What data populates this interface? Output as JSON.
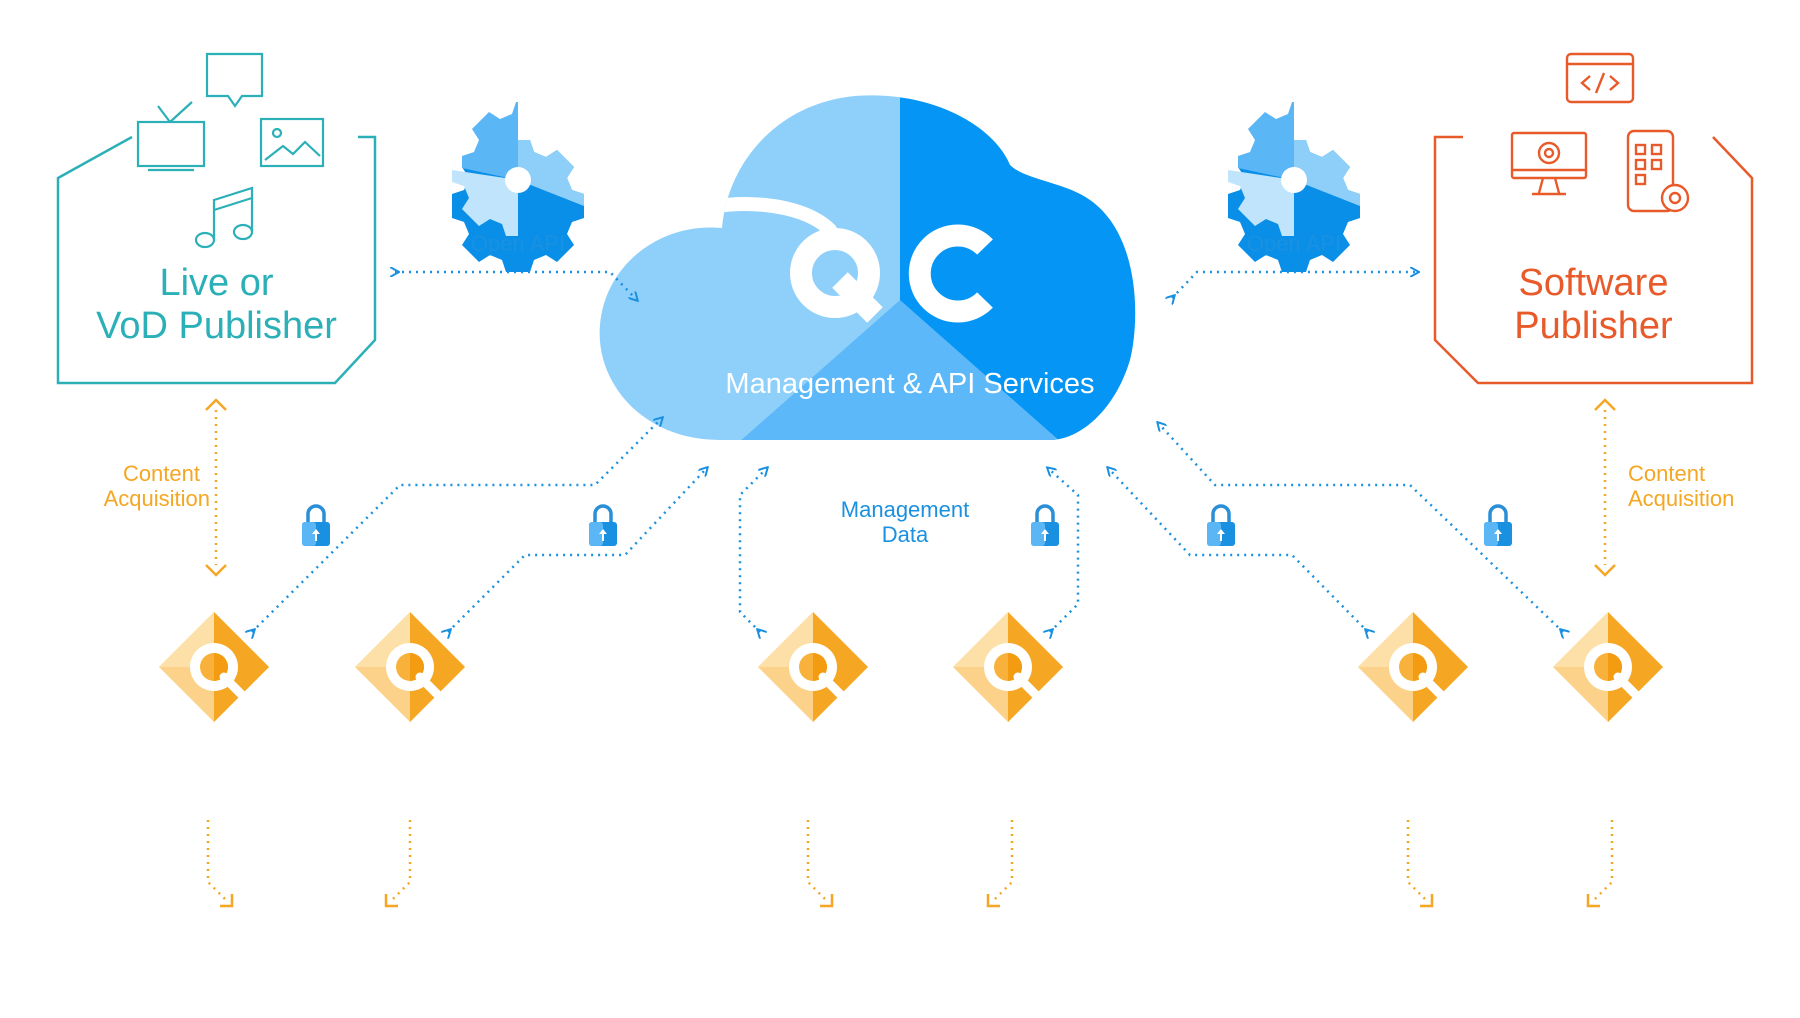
{
  "left_publisher": {
    "line1": "Live or",
    "line2": "VoD Publisher",
    "color": "#2bb0b8",
    "icons": [
      "chat-icon",
      "tv-icon",
      "image-icon",
      "music-icon"
    ]
  },
  "right_publisher": {
    "line1": "Software",
    "line2": "Publisher",
    "color": "#e85a2a",
    "icons": [
      "code-icon",
      "monitor-gear-icon",
      "mobile-app-gear-icon"
    ]
  },
  "cloud": {
    "logo_text": "QC",
    "label": "Management & API Services",
    "colors": {
      "light": "#8fd0fb",
      "dark": "#0495f5",
      "mid": "#5cb8f8"
    }
  },
  "open_api_left": "Open API",
  "open_api_right": "Open API",
  "content_acq_left": {
    "line1": "Content",
    "line2": "Acquisition"
  },
  "content_acq_right": {
    "line1": "Content",
    "line2": "Acquisition"
  },
  "management_data": {
    "line1": "Management",
    "line2": "Data"
  },
  "node_count": 6,
  "colors": {
    "api_blue": "#1a90e0",
    "acquisition_orange": "#f5a623"
  }
}
